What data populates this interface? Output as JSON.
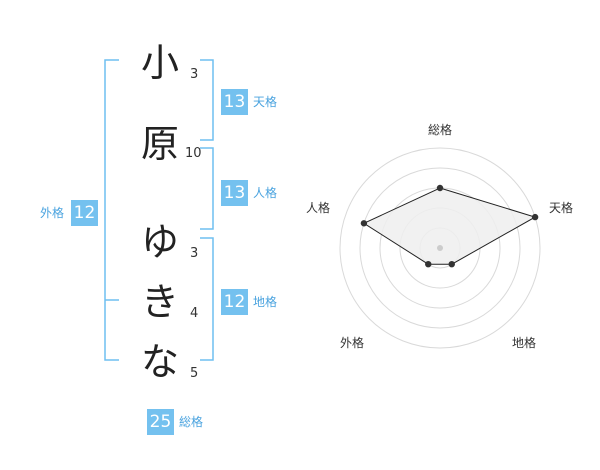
{
  "name": {
    "characters": [
      {
        "char": "小",
        "strokes": "3"
      },
      {
        "char": "原",
        "strokes": "10"
      },
      {
        "char": "ゆ",
        "strokes": "3"
      },
      {
        "char": "き",
        "strokes": "4"
      },
      {
        "char": "な",
        "strokes": "5"
      }
    ]
  },
  "fortunes": {
    "tenkaku": {
      "value": "13",
      "label": "天格"
    },
    "jinkaku": {
      "value": "13",
      "label": "人格"
    },
    "chikaku": {
      "value": "12",
      "label": "地格"
    },
    "gaikaku": {
      "value": "12",
      "label": "外格"
    },
    "soukaku": {
      "value": "25",
      "label": "総格"
    }
  },
  "radar": {
    "axes": [
      "総格",
      "天格",
      "地格",
      "外格",
      "人格"
    ],
    "max_level": 5,
    "levels": [
      3,
      5,
      1,
      1,
      4
    ],
    "colors": {
      "ring": "#d9d9d9",
      "fill": "#eeeeee",
      "line": "#222222",
      "point": "#333333",
      "center": "#cccccc"
    }
  },
  "colors": {
    "bracket": "#6fbff0",
    "badge": "#74c1ef",
    "badge_label": "#4aa3df"
  }
}
